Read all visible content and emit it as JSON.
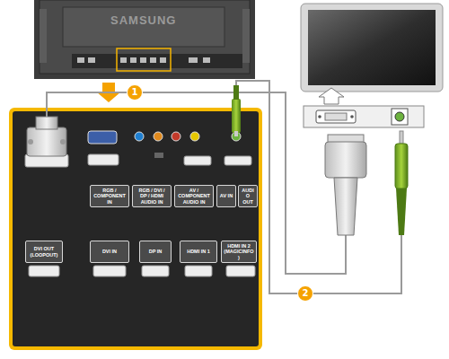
{
  "diagram": {
    "nodes": [
      {
        "text": [
          "RGB / COMPONENT IN"
        ]
      },
      {
        "text": [
          "RGB / DVI / DP / HDMI AUDIO IN"
        ]
      },
      {
        "text": [
          "AV / COMPONENT AUDIO IN"
        ]
      },
      {
        "text": [
          "AV IN"
        ]
      },
      {
        "text": [
          "AUDIO OUT"
        ]
      },
      {
        "text": [
          "DVI OUT (LOOPOUT)"
        ]
      },
      {
        "text": [
          "DVI IN"
        ]
      },
      {
        "text": [
          "DP IN"
        ]
      },
      {
        "text": [
          "HDMI IN 1"
        ]
      },
      {
        "text": [
          "HDMI IN 2 (MAGICINFO)"
        ]
      }
    ],
    "labels": [
      "SAMSUNG",
      "1",
      "2"
    ]
  }
}
